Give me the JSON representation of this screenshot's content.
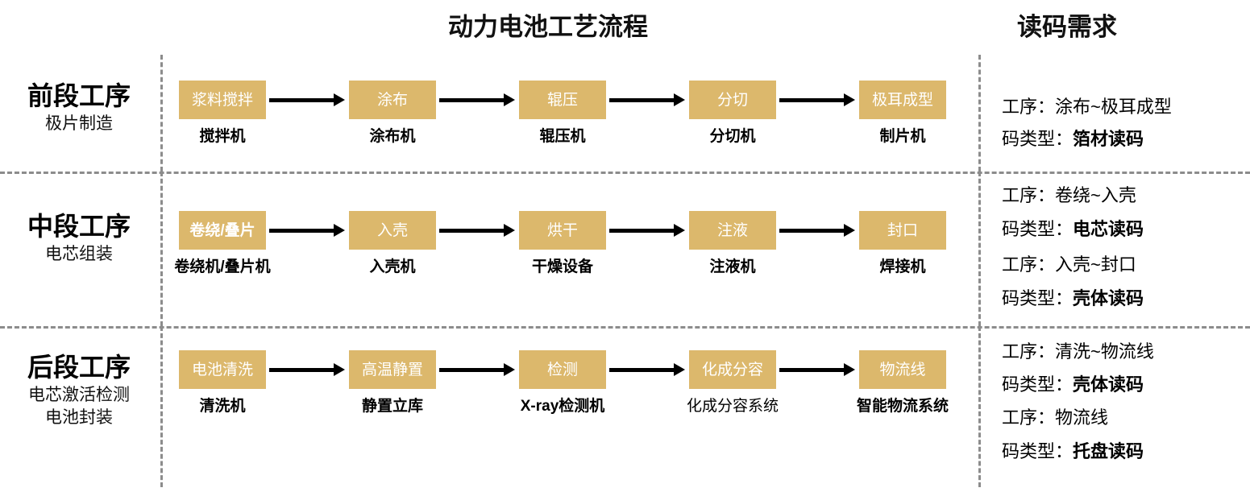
{
  "headers": {
    "flow_title": "动力电池工艺流程",
    "demand_title": "读码需求"
  },
  "rows": [
    {
      "stage_name": "前段工序",
      "stage_sub": "极片制造",
      "stage_sub2": "",
      "nodes": [
        {
          "box": "浆料搅拌",
          "caption": "搅拌机"
        },
        {
          "box": "涂布",
          "caption": "涂布机"
        },
        {
          "box": "辊压",
          "caption": "辊压机"
        },
        {
          "box": "分切",
          "caption": "分切机"
        },
        {
          "box": "极耳成型",
          "caption": "制片机"
        }
      ],
      "requirements": [
        {
          "label": "工序：",
          "value": "涂布~极耳成型",
          "bold": false
        },
        {
          "label": "码类型：",
          "value": "箔材读码",
          "bold": true
        }
      ]
    },
    {
      "stage_name": "中段工序",
      "stage_sub": "电芯组装",
      "stage_sub2": "",
      "nodes": [
        {
          "box": "卷绕/叠片",
          "caption": "卷绕机/叠片机"
        },
        {
          "box": "入壳",
          "caption": "入壳机"
        },
        {
          "box": "烘干",
          "caption": "干燥设备"
        },
        {
          "box": "注液",
          "caption": "注液机"
        },
        {
          "box": "封口",
          "caption": "焊接机"
        }
      ],
      "requirements": [
        {
          "label": "工序：",
          "value": "卷绕~入壳",
          "bold": false
        },
        {
          "label": "码类型：",
          "value": "电芯读码",
          "bold": true
        },
        {
          "label": "工序：",
          "value": "入壳~封口",
          "bold": false
        },
        {
          "label": "码类型：",
          "value": "壳体读码",
          "bold": true
        }
      ]
    },
    {
      "stage_name": "后段工序",
      "stage_sub": "电芯激活检测",
      "stage_sub2": "电池封装",
      "nodes": [
        {
          "box": "电池清洗",
          "caption": "清洗机"
        },
        {
          "box": "高温静置",
          "caption": "静置立库"
        },
        {
          "box": "检测",
          "caption": "X-ray检测机"
        },
        {
          "box": "化成分容",
          "caption": "化成分容系统"
        },
        {
          "box": "物流线",
          "caption": "智能物流系统"
        }
      ],
      "requirements": [
        {
          "label": "工序：",
          "value": "清洗~物流线",
          "bold": false
        },
        {
          "label": "码类型：",
          "value": "壳体读码",
          "bold": true
        },
        {
          "label": "工序：",
          "value": "物流线",
          "bold": false
        },
        {
          "label": "码类型：",
          "value": "托盘读码",
          "bold": true
        }
      ]
    }
  ],
  "colors": {
    "node_fill": "#dcb86c",
    "node_text": "#ffffff",
    "divider": "#8c8c8c",
    "arrow": "#000000",
    "background": "#ffffff"
  }
}
